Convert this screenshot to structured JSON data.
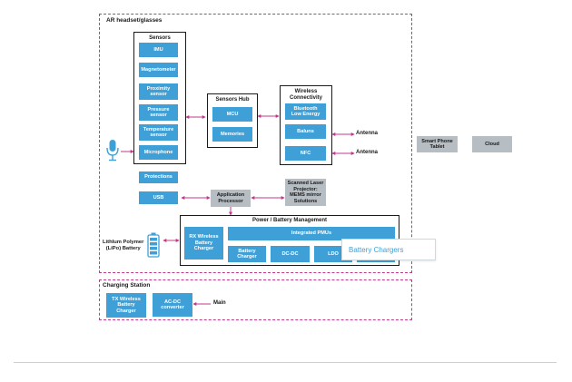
{
  "colors": {
    "accent_blue": "#3fa0d8",
    "connector_magenta": "#c0398a",
    "gray_block": "#b6bdc3"
  },
  "ar_frame": {
    "title": "AR headset/glasses"
  },
  "sensors": {
    "title": "Sensors",
    "items": [
      "IMU",
      "Magnetometer",
      "Proximity\nsensor",
      "Pressure\nsensor",
      "Temperature\nsensor",
      "Microphone"
    ]
  },
  "sensors_hub": {
    "title": "Sensors Hub",
    "items": [
      "MCU",
      "Memories"
    ]
  },
  "wireless": {
    "title": "Wireless\nConnectivity",
    "items": [
      "Bluetooth\nLow Energy",
      "Baluns",
      "NFC"
    ]
  },
  "antennas": [
    "Antenna",
    "Antenna"
  ],
  "protections": "Protections",
  "usb": "USB",
  "application_processor": "Application\nProcessor",
  "laser_projector": "Scanned Laser\nProjector:\nMEMS mirror\nSolutions",
  "external": {
    "smartphone": "Smart Phone\nTablet",
    "cloud": "Cloud"
  },
  "power": {
    "title": "Power / Battery Management",
    "rx_charger": "RX Wireless\nBattery\nCharger",
    "integrated_pmus": "Integrated PMUs",
    "battery_charger": "Battery\nCharger",
    "dcdc": "DC-DC",
    "ldo": "LDO"
  },
  "battery_label": "LithIum Polymer\n(LiPo) Battery",
  "tooltip": "Battery Chargers",
  "charging_station": {
    "title": "Charging Station",
    "tx_charger": "TX Wireless\nBattery\nCharger",
    "acdc": "AC-DC\nconverter",
    "main": "Main"
  }
}
